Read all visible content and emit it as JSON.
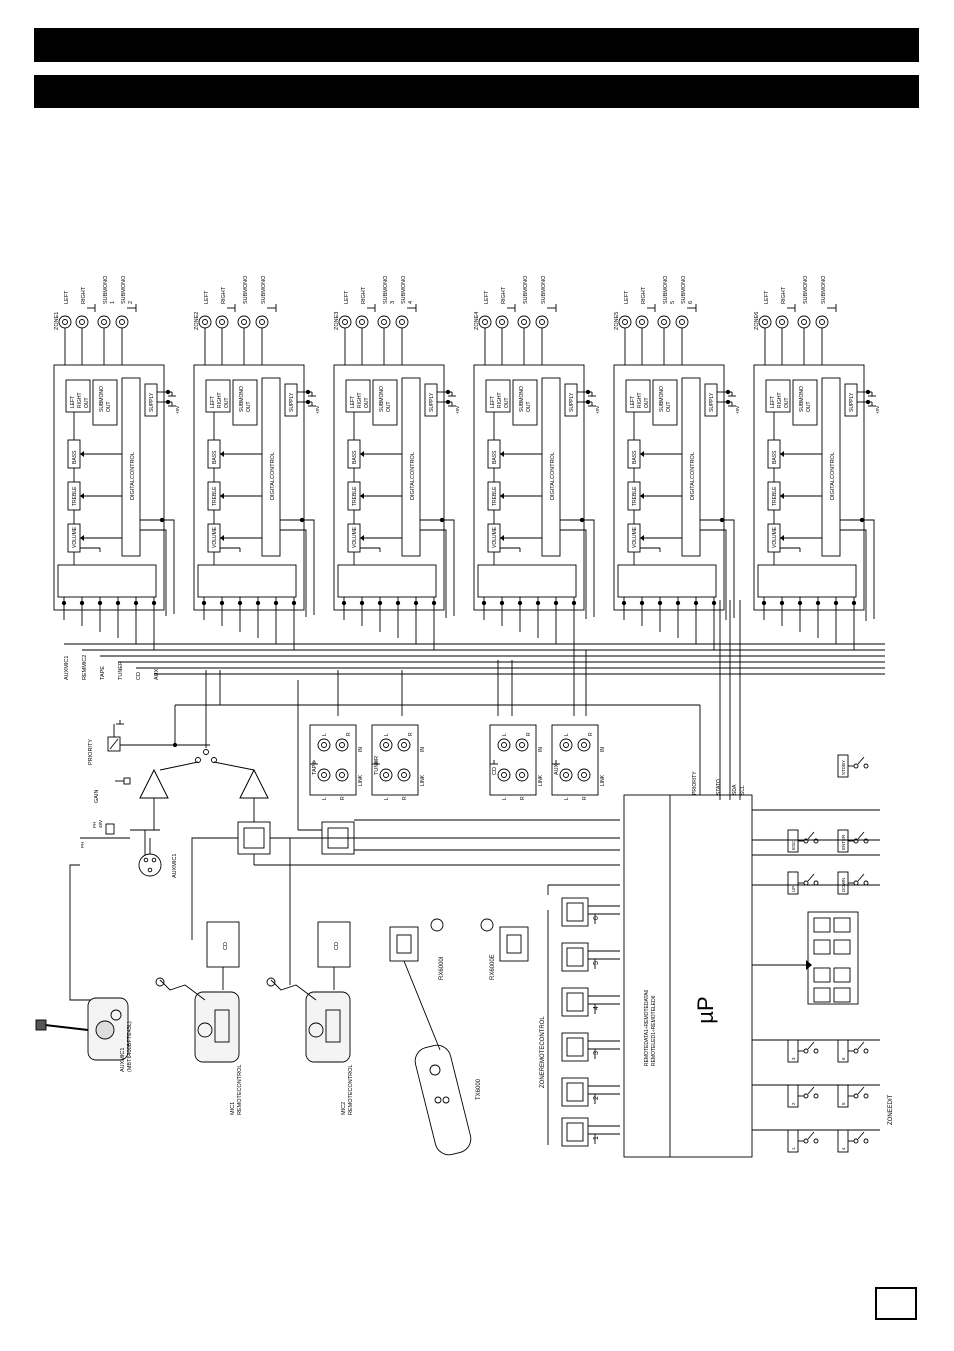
{
  "zones": [
    {
      "name": "ZONE1",
      "sub_a": "1",
      "sub_b": "2"
    },
    {
      "name": "ZONE2",
      "sub_a": "",
      "sub_b": ""
    },
    {
      "name": "ZONE3",
      "sub_a": "3",
      "sub_b": "4"
    },
    {
      "name": "ZONE4",
      "sub_a": "",
      "sub_b": ""
    },
    {
      "name": "ZONE5",
      "sub_a": "5",
      "sub_b": "6"
    },
    {
      "name": "ZONE6",
      "sub_a": "",
      "sub_b": ""
    }
  ],
  "zone_labels": {
    "left": "LEFT",
    "right": "RIGHT",
    "submono": "SUBMONO",
    "left_right_out": [
      "LEFT",
      "RIGHT",
      "OUT"
    ],
    "submono_out": [
      "SUBMONO",
      "OUT"
    ],
    "supply": "SUPPLY",
    "supply_v": "+5V",
    "bass": "BASS",
    "treble": "TREBLE",
    "volume": "VOLUME",
    "digital": "DIGITALCONTROL"
  },
  "bus_labels": [
    "AUXMIC1",
    "REMMIC2",
    "TAPE",
    "TUNER",
    "CD",
    "AUX"
  ],
  "sources": [
    {
      "name": "TAPE"
    },
    {
      "name": "TUNER"
    },
    {
      "name": "CD"
    },
    {
      "name": "AUX"
    }
  ],
  "source_pins": {
    "l": "L",
    "r": "R",
    "in": "IN",
    "link": "LINK"
  },
  "left_labels": {
    "priority": "PRIORITY",
    "gain": "GAIN",
    "ph": "PH",
    "ph_v": "PH",
    "ph_48": "48V",
    "auxmic1": "AUXMIC1",
    "auxmic1_model": "AUXMIC1",
    "auxmic1_model2": "(MBT6400BFTE43L)",
    "mic1": "MIC1",
    "mic1_sub": "REMOTECONTROL",
    "mic2": "MIC2",
    "mic2_sub": "REMOTECONTROL",
    "cd": "CD"
  },
  "remote": {
    "rx1": "RX6000I",
    "rx2": "RX6000E",
    "tx": "TX6000",
    "zrc": "ZONEREMOTECONTROL",
    "ports": [
      "1",
      "2",
      "3",
      "4",
      "5",
      "6"
    ]
  },
  "mcu": {
    "label": "µP",
    "pins": [
      "PRIORITY",
      "STATO",
      "SDA",
      "SCL"
    ],
    "remote_line1": "REMOTEDATA1÷REMOTEDATA6",
    "remote_line2": "REMOTELED1÷REMOTELED6"
  },
  "buttons": {
    "stdby": "STDBY",
    "esc": "ESC",
    "enter": "ENTER",
    "up": "UP",
    "down": "DOWN"
  },
  "zoneedit": {
    "title": "ZONEEDIT",
    "keys": [
      "1",
      "2",
      "3",
      "4",
      "5",
      "6"
    ]
  },
  "page_number": ""
}
